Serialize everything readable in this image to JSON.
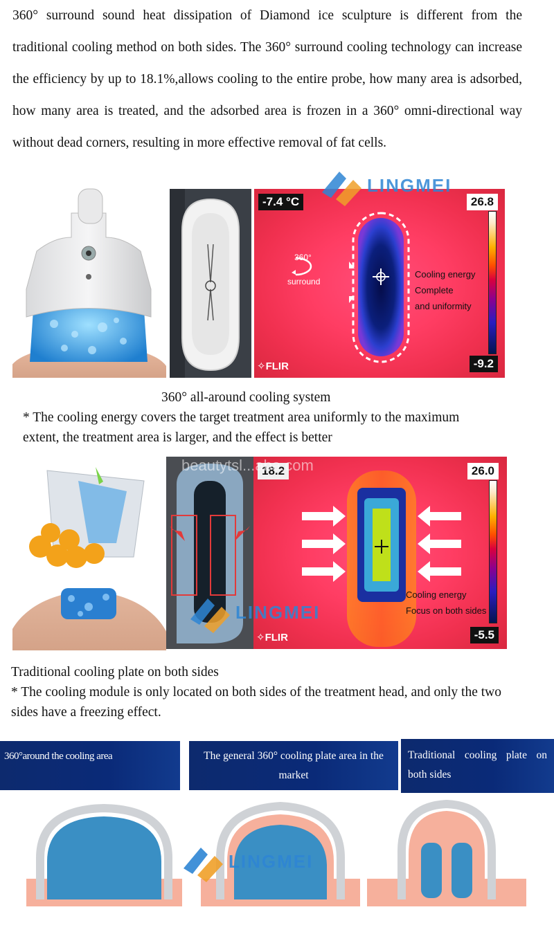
{
  "intro": {
    "paragraph": "360° surround sound heat dissipation of Diamond ice sculpture is different from the traditional cooling method on both sides. The 360° surround cooling technology can increase the efficiency by up to 18.1%,allows cooling to the entire probe, how many area is adsorbed, how many area is treated, and the adsorbed area is frozen in a 360° omni-directional way without dead corners, resulting in more effective removal of fat cells."
  },
  "watermark": {
    "brand": "LINGMEI",
    "site": "beautytsl...aba.com"
  },
  "section1": {
    "thermal": {
      "temp_top_left": "-7.4 °C",
      "scale_max": "26.8",
      "scale_min": "-9.2",
      "flir_logo": "FLIR",
      "label_360": "360°",
      "label_surround": "surround",
      "label_line1": "Cooling energy",
      "label_line2": "Complete",
      "label_line3": "and uniformity"
    },
    "title": "360° all-around cooling system",
    "description": "* The cooling energy covers the target treatment area uniformly to the maximum extent, the treatment area is larger, and the effect is better"
  },
  "section2": {
    "thermal": {
      "temp_top_left": "18.2",
      "scale_max": "26.0",
      "scale_min": "-5.5",
      "flir_logo": "FLIR",
      "label_line1": "Cooling energy",
      "label_line2": "Focus on both sides"
    },
    "title": "Traditional cooling plate on both sides",
    "description": "* The cooling module is only located on both sides of the treatment head, and only the two sides have a freezing effect."
  },
  "comparison": {
    "banners": [
      "360°around the cooling area",
      "The general 360° cooling plate area in the market",
      "Traditional cooling plate on both sides"
    ]
  },
  "colors": {
    "banner_blue": "#0d2a6e",
    "cool_blue": "#3a8fc4",
    "skin_pink": "#f6b09c"
  }
}
